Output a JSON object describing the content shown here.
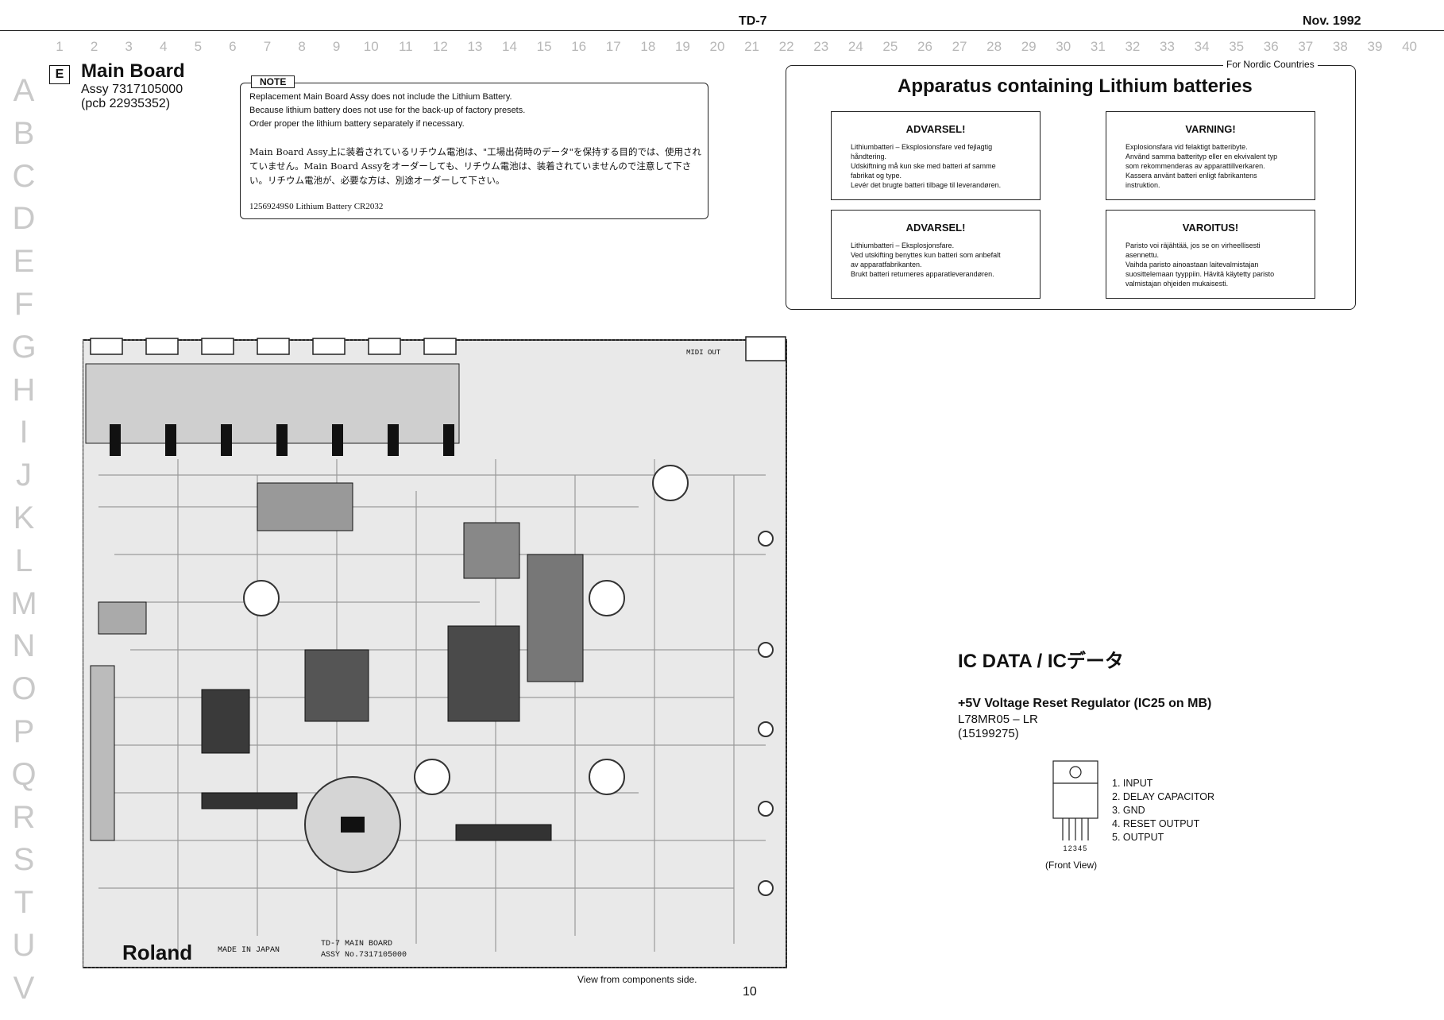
{
  "header": {
    "model": "TD-7",
    "date": "Nov. 1992"
  },
  "grid": {
    "columns": [
      "1",
      "2",
      "3",
      "4",
      "5",
      "6",
      "7",
      "8",
      "9",
      "10",
      "11",
      "12",
      "13",
      "14",
      "15",
      "16",
      "17",
      "18",
      "19",
      "20",
      "21",
      "22",
      "23",
      "24",
      "25",
      "26",
      "27",
      "28",
      "29",
      "30",
      "31",
      "32",
      "33",
      "34",
      "35",
      "36",
      "37",
      "38",
      "39",
      "40"
    ],
    "rows": [
      "A",
      "B",
      "C",
      "D",
      "E",
      "F",
      "G",
      "H",
      "I",
      "J",
      "K",
      "L",
      "M",
      "N",
      "O",
      "P",
      "Q",
      "R",
      "S",
      "T",
      "U",
      "V"
    ]
  },
  "section": {
    "letter": "E",
    "title": "Main Board",
    "assy": "Assy 7317105000",
    "pcb": "(pcb 22935352)"
  },
  "note": {
    "tag": "NOTE",
    "lines": [
      "Replacement Main Board Assy does not include the Lithium Battery.",
      "Because lithium battery does not use for the back-up of factory presets.",
      "Order proper the lithium battery separately if necessary."
    ],
    "japanese": "Main Board Assy上に装着されているリチウム電池は、\"工場出荷時のデータ\"を保持する目的では、使用されていません。Main Board Assyをオーダーしても、リチウム電池は、装着されていませんので注意して下さい。リチウム電池が、必要な方は、別途オーダーして下さい。",
    "part": "12569249S0 Lithium Battery CR2032"
  },
  "lithium": {
    "corner_label": "For Nordic Countries",
    "title": "Apparatus containing Lithium batteries",
    "warnings": [
      {
        "title": "ADVARSEL!",
        "body": [
          "Lithiumbatteri – Eksplosionsfare ved fejlagtig",
          "håndtering.",
          "Udskiftning må kun ske med batteri af samme",
          "fabrikat og type.",
          "Levér det brugte batteri tilbage til leverandøren."
        ]
      },
      {
        "title": "VARNING!",
        "body": [
          "Explosionsfara vid felaktigt batteribyte.",
          "Använd samma batterityp eller en ekvivalent typ",
          "som rekommenderas av apparattillverkaren.",
          "Kassera använt batteri enligt fabrikantens",
          "instruktion."
        ]
      },
      {
        "title": "ADVARSEL!",
        "body": [
          "Lithiumbatteri – Eksplosjonsfare.",
          "Ved utskifting benyttes kun batteri som anbefalt",
          "av apparatfabrikanten.",
          "Brukt batteri returneres apparatleverandøren."
        ]
      },
      {
        "title": "VAROITUS!",
        "body": [
          "Paristo voi räjähtää, jos se on virheellisesti",
          "asennettu.",
          "Vaihda paristo ainoastaan laitevalmistajan",
          "suosittelemaan tyyppiin. Hävitä käytetty paristo",
          "valmistajan ohjeiden mukaisesti."
        ]
      }
    ]
  },
  "pcb": {
    "midi_label": "MIDI OUT",
    "brand": "Roland",
    "made_in": "MADE IN JAPAN",
    "board_label_1": "TD-7 MAIN BOARD",
    "board_label_2": "ASSY No.7317105000",
    "caption": "View from components side."
  },
  "ic_data": {
    "title": "IC DATA / ICデータ",
    "subtitle": "+5V Voltage Reset Regulator (IC25 on MB)",
    "part": "L78MR05 – LR",
    "code": "(15199275)",
    "pin_numbers": "12345",
    "pins": [
      "1. INPUT",
      "2. DELAY CAPACITOR",
      "3. GND",
      "4. RESET OUTPUT",
      "5. OUTPUT"
    ],
    "view": "(Front View)"
  },
  "page_number": "10"
}
